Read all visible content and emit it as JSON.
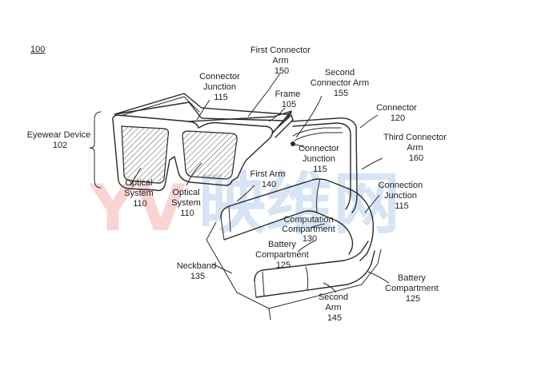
{
  "figure": {
    "ref": "100",
    "labels": {
      "eyewear_device": [
        "Eyewear Device",
        "102"
      ],
      "first_connector_arm": [
        "First Connector",
        "Arm",
        "150"
      ],
      "connector_junction_top": [
        "Connector",
        "Junction",
        "115"
      ],
      "frame": [
        "Frame",
        "105"
      ],
      "second_connector_arm": [
        "Second",
        "Connector Arm",
        "155"
      ],
      "connector": [
        "Connector",
        "120"
      ],
      "third_connector_arm": [
        "Third Connector",
        "Arm",
        "160"
      ],
      "connector_junction_mid": [
        "Connector",
        "Junction",
        "115"
      ],
      "first_arm": [
        "First Arm",
        "140"
      ],
      "connection_junction": [
        "Connection",
        "Junction",
        "115"
      ],
      "optical_system_left": [
        "Optical",
        "System",
        "110"
      ],
      "optical_system_right": [
        "Optical",
        "System",
        "110"
      ],
      "computation_compartment": [
        "Computation",
        "Compartment",
        "130"
      ],
      "battery_compartment_mid": [
        "Battery",
        "Compartment",
        "125"
      ],
      "neckband": [
        "Neckband",
        "135"
      ],
      "battery_compartment_right": [
        "Battery",
        "Compartment",
        "125"
      ],
      "second_arm": [
        "Second",
        "Arm",
        "145"
      ]
    }
  },
  "watermark": {
    "letters": "YV",
    "text": "映维网",
    "colors": {
      "red": "#e0453a",
      "blue": "#4b86d6"
    }
  }
}
